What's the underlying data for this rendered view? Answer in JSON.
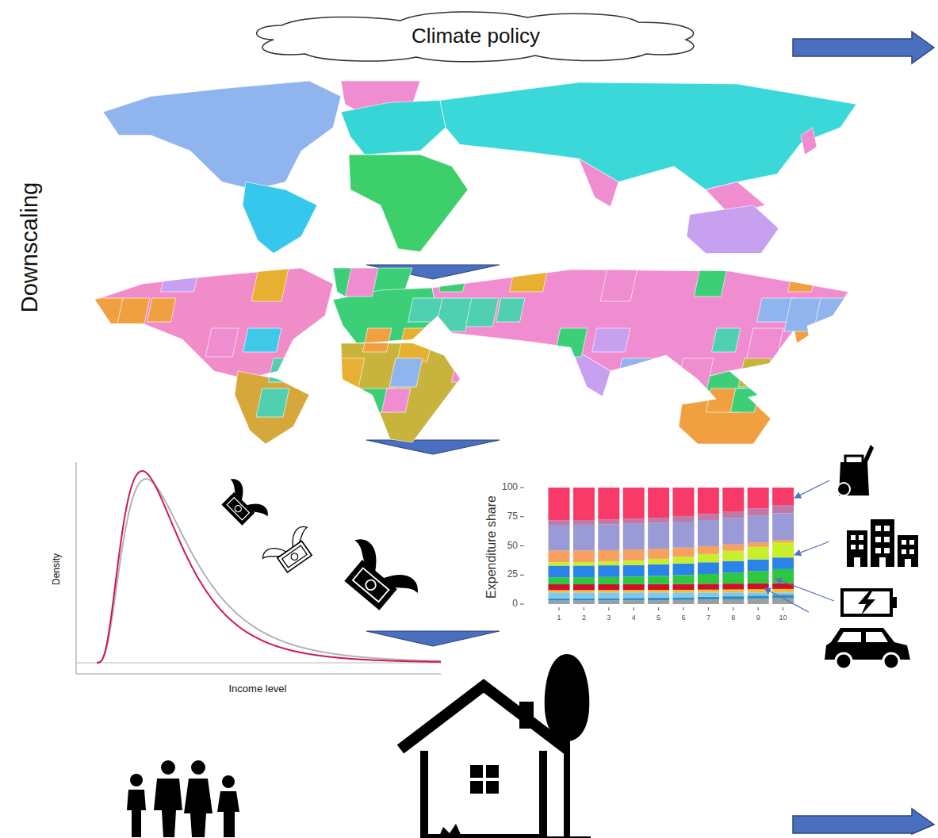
{
  "diagram": {
    "nodes": [
      {
        "text": [
          "Climate policy"
        ]
      }
    ],
    "labels": [
      "Downscaling",
      "Density",
      "Income level",
      "Expenditure share",
      "100",
      "75",
      "50",
      "25",
      "0",
      "1",
      "2",
      "3",
      "4",
      "5",
      "6",
      "7",
      "8",
      "9",
      "10"
    ]
  }
}
